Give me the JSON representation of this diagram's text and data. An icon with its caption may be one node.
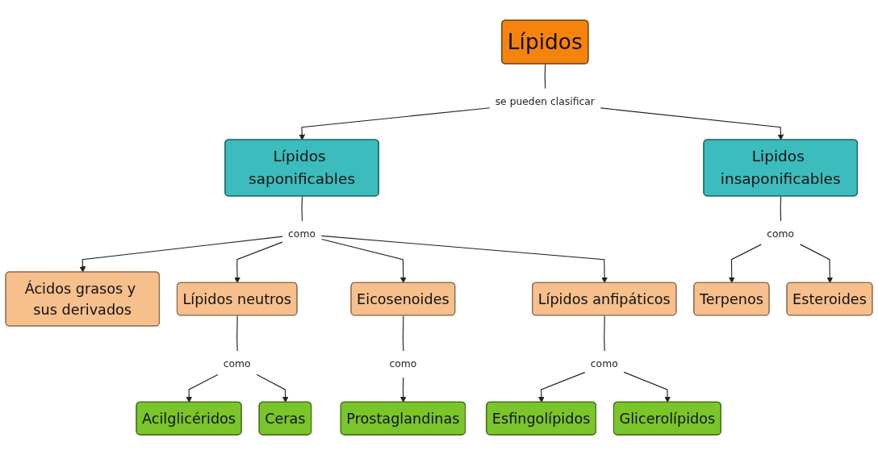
{
  "diagram": {
    "nodes": [
      {
        "text": [
          "Lípidos"
        ]
      },
      {
        "text": [
          "se pueden clasificar"
        ]
      },
      {
        "text": [
          "Lípidos saponificables"
        ]
      },
      {
        "text": [
          "Lipidos insaponificables"
        ]
      },
      {
        "text": [
          "como"
        ]
      },
      {
        "text": [
          "Ácidos grasos y sus derivados"
        ]
      },
      {
        "text": [
          "Lípidos neutros"
        ]
      },
      {
        "text": [
          "Eicosenoides"
        ]
      },
      {
        "text": [
          "Lípidos anfipáticos"
        ]
      },
      {
        "text": [
          "como"
        ]
      },
      {
        "text": [
          "Terpenos"
        ]
      },
      {
        "text": [
          "Esteroides"
        ]
      },
      {
        "text": [
          "como"
        ]
      },
      {
        "text": [
          "Acilglicéridos"
        ]
      },
      {
        "text": [
          "Ceras"
        ]
      },
      {
        "text": [
          "como"
        ]
      },
      {
        "text": [
          "Prostaglandinas"
        ]
      },
      {
        "text": [
          "como"
        ]
      },
      {
        "text": [
          "Esfingolípidos"
        ]
      },
      {
        "text": [
          "Glicerolípidos"
        ]
      }
    ],
    "edges": [
      {
        "from": 0,
        "to": 1,
        "arrow": "none"
      },
      {
        "from": 1,
        "to": 2,
        "arrow": "to"
      },
      {
        "from": 1,
        "to": 3,
        "arrow": "to"
      },
      {
        "from": 2,
        "to": 4,
        "arrow": "none"
      },
      {
        "from": 4,
        "to": 5,
        "arrow": "to"
      },
      {
        "from": 4,
        "to": 6,
        "arrow": "to"
      },
      {
        "from": 4,
        "to": 7,
        "arrow": "to"
      },
      {
        "from": 4,
        "to": 8,
        "arrow": "to"
      },
      {
        "from": 3,
        "to": 9,
        "arrow": "none"
      },
      {
        "from": 9,
        "to": 10,
        "arrow": "to"
      },
      {
        "from": 9,
        "to": 11,
        "arrow": "to"
      },
      {
        "from": 6,
        "to": 12,
        "arrow": "none"
      },
      {
        "from": 12,
        "to": 13,
        "arrow": "to"
      },
      {
        "from": 12,
        "to": 14,
        "arrow": "to"
      },
      {
        "from": 7,
        "to": 15,
        "arrow": "none"
      },
      {
        "from": 15,
        "to": 16,
        "arrow": "to"
      },
      {
        "from": 8,
        "to": 17,
        "arrow": "none"
      },
      {
        "from": 17,
        "to": 18,
        "arrow": "to"
      },
      {
        "from": 17,
        "to": 19,
        "arrow": "to"
      }
    ]
  }
}
